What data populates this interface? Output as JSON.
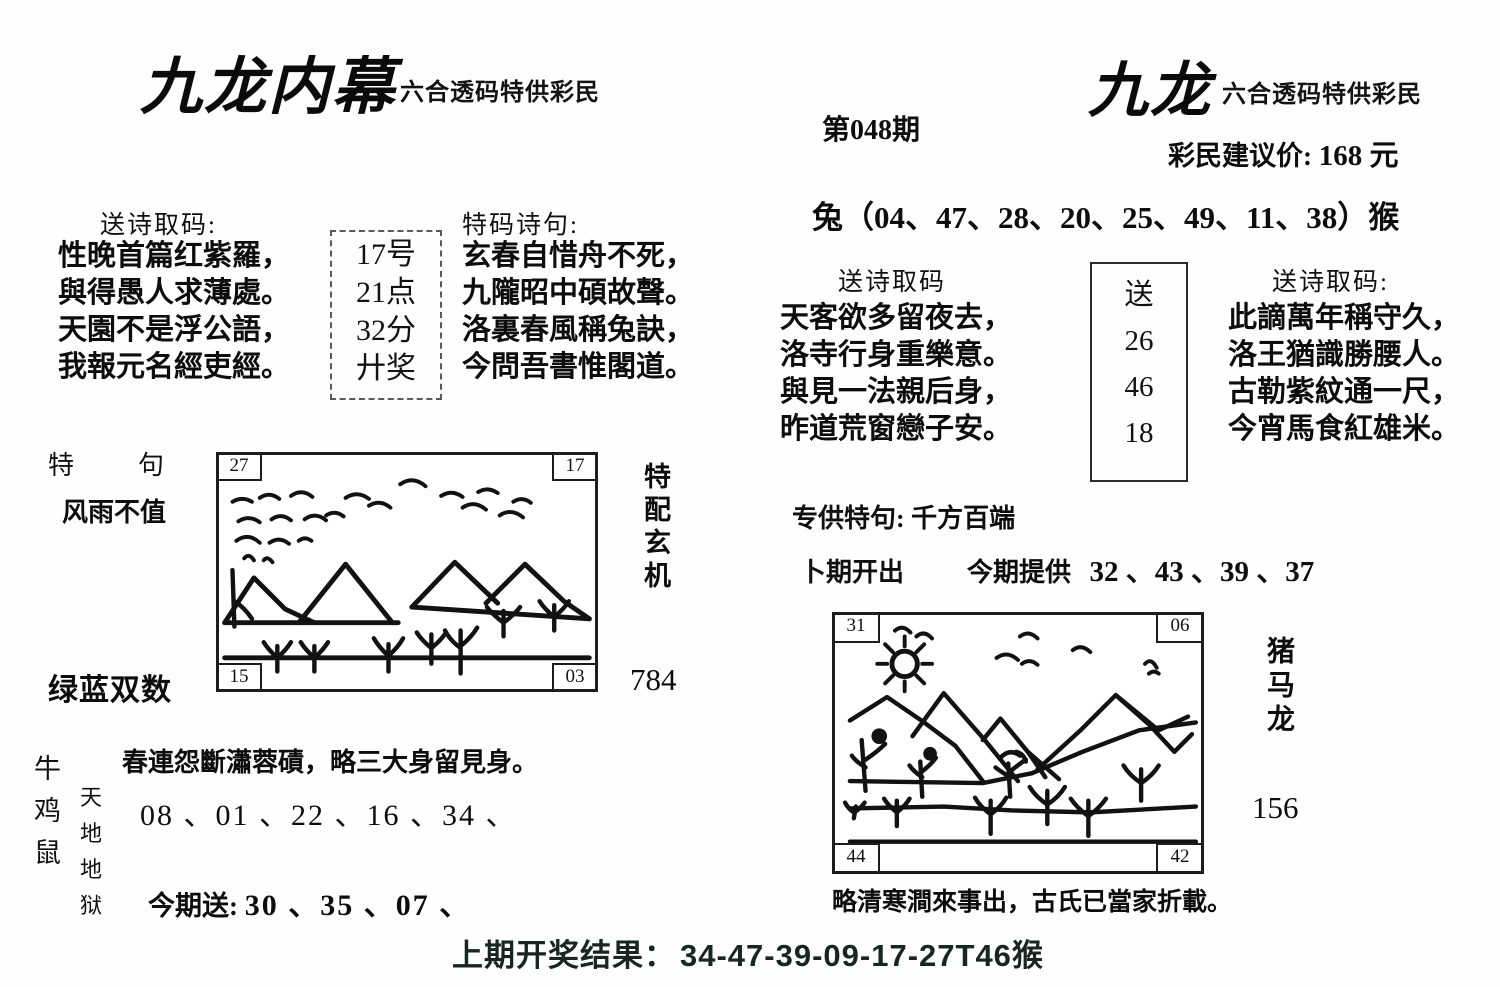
{
  "left_panel": {
    "title": "九龙内幕",
    "subtitle": "六合透码特供彩民",
    "poem1": {
      "label": "送诗取码:",
      "lines": [
        "性晚首篇红紫羅，",
        "與得愚人求薄處。",
        "天園不是浮公語，",
        "我報元名經吏經。"
      ]
    },
    "code_box": [
      "17号",
      "21点",
      "32分",
      "廾奖"
    ],
    "poem2": {
      "label": "特码诗句:",
      "lines": [
        "玄春自惜舟不死，",
        "九隴昭中碩故聲。",
        "洛裏春風稱兔訣，",
        "今問吾書惟閣道。"
      ]
    },
    "special_label": "特　　句",
    "special_phrase": "风雨不值",
    "color_hint": "绿蓝双数",
    "side_vertical": "特配玄机",
    "side_number": "784",
    "illustration": {
      "corner_tl": "27",
      "corner_tr": "17",
      "corner_bl": "15",
      "corner_br": "03"
    },
    "zodiacs": [
      "牛",
      "鸡",
      "鼠"
    ],
    "realm": [
      "天",
      "地",
      "地",
      "狱"
    ],
    "bottom_poem": "春連怨斷瀟蓉磧，略三大身留見身。",
    "numbers_row": "08 、01 、22 、16 、34 、",
    "send_label": "今期送:",
    "send_numbers": "30 、35 、07 、"
  },
  "right_panel": {
    "title": "九龙",
    "subtitle": "六合透码特供彩民",
    "issue": "第048期",
    "price_label": "彩民建议价:",
    "price_value": "168 元",
    "zodiac_range": "兔（04、47、28、20、25、49、11、38）猴",
    "poem1": {
      "label": "送诗取码",
      "lines": [
        "天客欲多留夜去，",
        "洛寺行身重樂意。",
        "與見一法親后身，",
        "昨道荒窗戀子安。"
      ]
    },
    "send_box": [
      "送",
      "26",
      "46",
      "18"
    ],
    "poem2": {
      "label": "送诗取码:",
      "lines": [
        "此謫萬年稱守久，",
        "洛王猶識勝腰人。",
        "古勒紫紋通一尺，",
        "今宵馬食紅雄米。"
      ]
    },
    "special_label": "专供特句:",
    "special_phrase": "千方百端",
    "prev_label": "卜期开出",
    "current_label": "今期提供",
    "current_numbers": "32 、43 、39 、37",
    "illustration": {
      "corner_tl": "31",
      "corner_tr": "06",
      "corner_bl": "44",
      "corner_br": "42"
    },
    "side_vertical": "猪马龙",
    "side_number": "156",
    "bottom_poem": "略清寒澗來事出，古氏已當家折載。"
  },
  "footer": {
    "label": "上期开奖结果：",
    "result": "34-47-39-09-17-27T46猴"
  },
  "colors": {
    "ink": "#111111",
    "paper": "#fefefe",
    "frame": "#1d1d1d",
    "footer_ink": "#17261f"
  }
}
